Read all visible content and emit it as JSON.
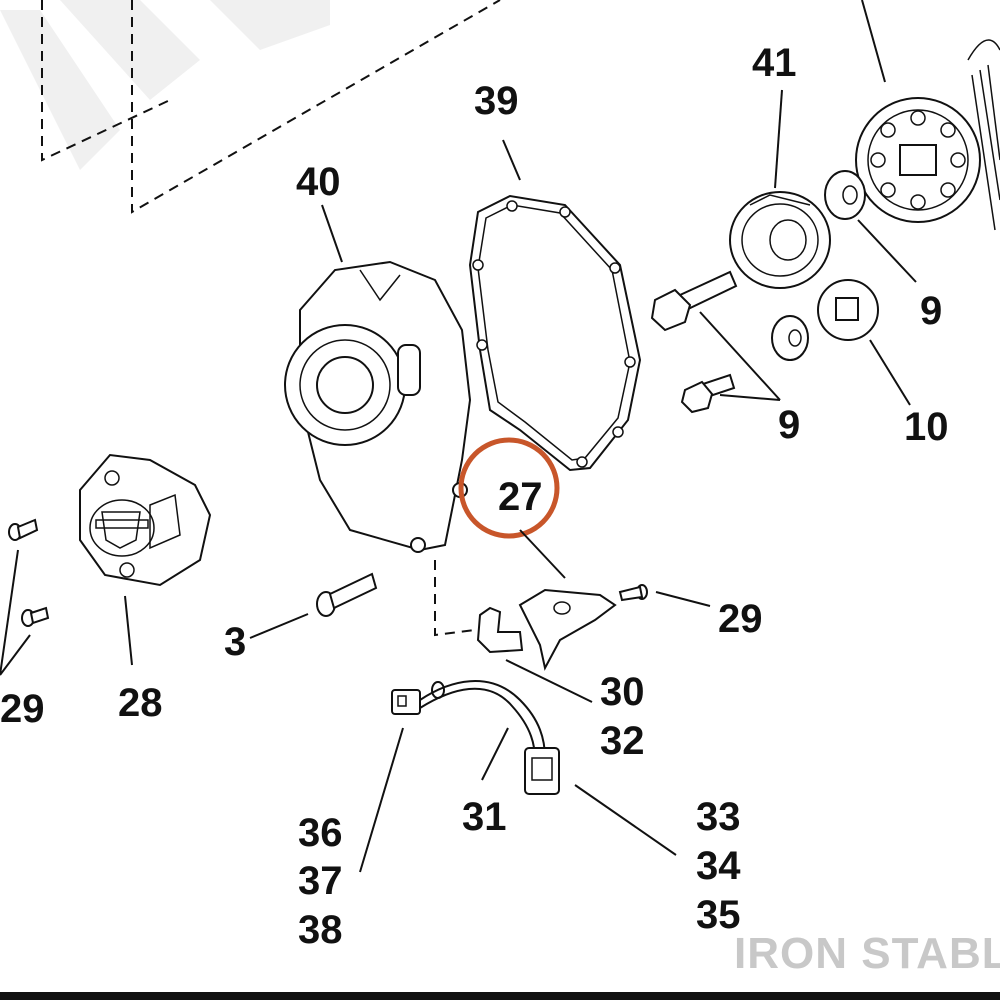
{
  "diagram": {
    "callouts": {
      "c41": "41",
      "c39": "39",
      "c40": "40",
      "c9a": "9",
      "c9b": "9",
      "c10": "10",
      "c27": "27",
      "c29a": "29",
      "c29b": "29",
      "c3": "3",
      "c28": "28",
      "c30": "30",
      "c32": "32",
      "c31": "31",
      "c33": "33",
      "c34": "34",
      "c35": "35",
      "c36": "36",
      "c37": "37",
      "c38": "38"
    },
    "highlight_color": "#c8562a",
    "line_color": "#111111"
  },
  "watermark": {
    "text": "IRON STABLE",
    "color": "#c8c8c8"
  },
  "icons": {
    "bar_and_shield": "harley-bar-shield-logo-icon"
  }
}
